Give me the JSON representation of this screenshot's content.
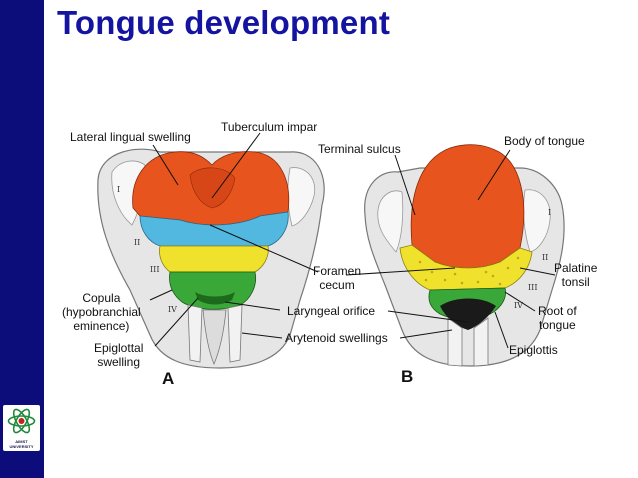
{
  "title": "Tongue development",
  "logo": {
    "line1": "AIMST",
    "line2": "UNIVERSITY"
  },
  "labels": {
    "lateral_lingual_swelling": "Lateral lingual swelling",
    "tuberculum_impar": "Tuberculum impar",
    "terminal_sulcus": "Terminal sulcus",
    "body_of_tongue": "Body of tongue",
    "foramen_cecum": [
      "Foramen",
      "cecum"
    ],
    "palatine_tonsil": [
      "Palatine",
      "tonsil"
    ],
    "copula": [
      "Copula",
      "(hypobranchial",
      "eminence)"
    ],
    "laryngeal_orifice": "Laryngeal orifice",
    "root_of_tongue": [
      "Root of",
      "tongue"
    ],
    "epiglottal_swelling": [
      "Epiglottal",
      "swelling"
    ],
    "arytenoid_swellings": "Arytenoid swellings",
    "epiglottis": "Epiglottis"
  },
  "arch_numerals_a": [
    "I",
    "II",
    "III",
    "IV"
  ],
  "arch_numerals_b": [
    "I",
    "II",
    "III",
    "IV"
  ],
  "panels": {
    "a": "A",
    "b": "B"
  },
  "colors": {
    "sidebar": "#0c0c7a",
    "title": "#1414a0",
    "first_arch": "#e8541e",
    "second_arch": "#52b8e0",
    "third_arch": "#f0e22c",
    "fourth_arch": "#39a839",
    "tissue": "#e6e6e6"
  }
}
